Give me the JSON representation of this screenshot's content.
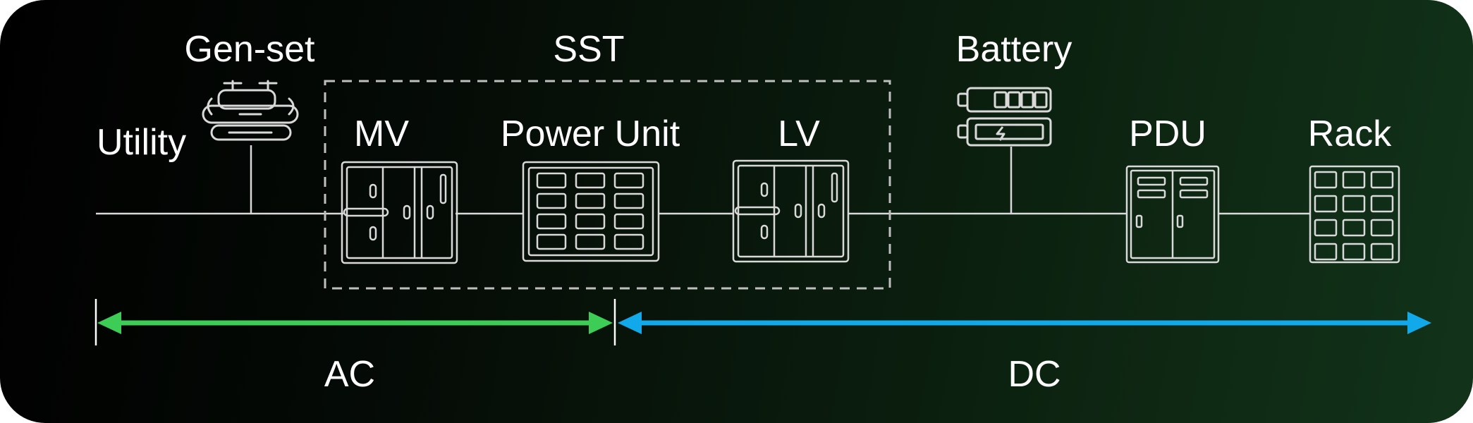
{
  "labels": {
    "utility": "Utility",
    "genset": "Gen-set",
    "sst": "SST",
    "mv": "MV",
    "power_unit": "Power Unit",
    "lv": "LV",
    "battery": "Battery",
    "pdu": "PDU",
    "rack": "Rack",
    "ac": "AC",
    "dc": "DC"
  },
  "colors": {
    "background_start": "#000000",
    "background_end": "#12331a",
    "line": "#d9d9d9",
    "sst_box": "#bfbfbf",
    "ac_arrow": "#3dcc55",
    "dc_arrow": "#12a9ea",
    "text": "#ffffff"
  }
}
